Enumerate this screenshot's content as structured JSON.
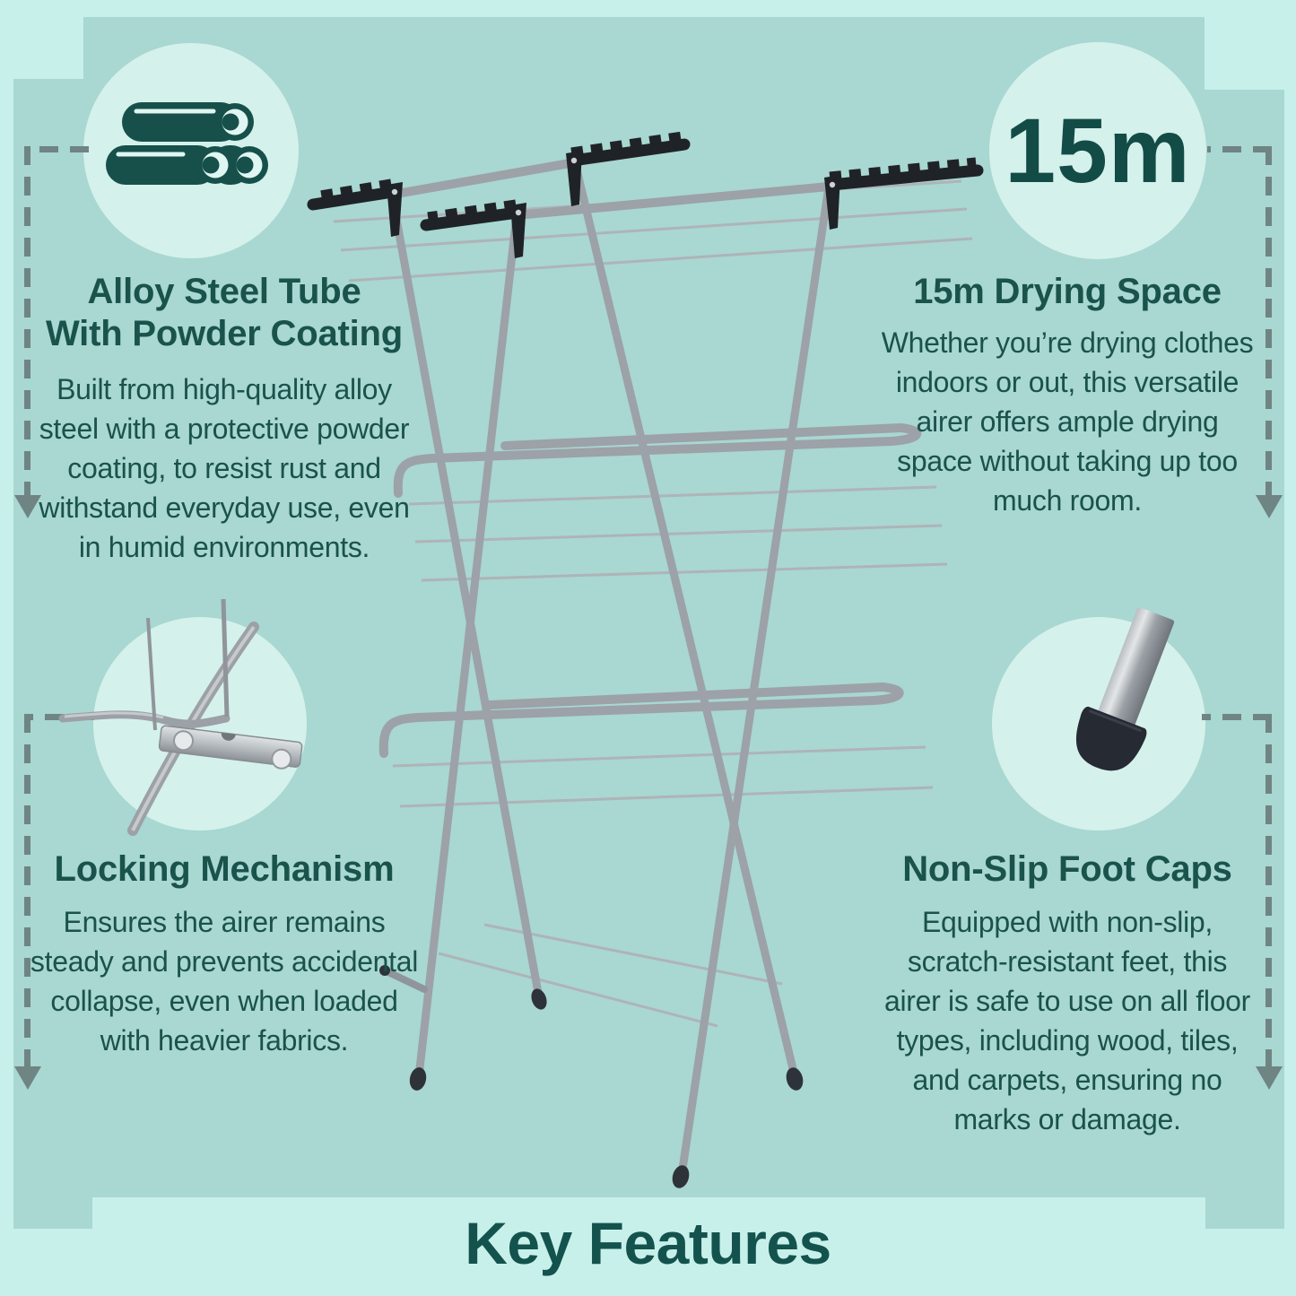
{
  "colors": {
    "background_light": "#c8f0eb",
    "panel": "#a9d7d2",
    "circle_fill": "#d5f1ec",
    "text_teal": "#1a524c",
    "icon_teal": "#17504a",
    "dash_gray": "#6f8583",
    "tube_gray": "#9ca2a7",
    "black_parts": "#1f2327"
  },
  "title": {
    "text": "Key Features"
  },
  "badge": {
    "text": "15m"
  },
  "features": [
    {
      "id": "alloy-steel-tube",
      "icon": "steel-tubes-icon",
      "heading_lines": [
        "Alloy Steel Tube",
        "With Powder Coating"
      ],
      "body_lines": [
        "Built from high-quality alloy",
        "steel with a protective powder",
        "coating, to resist rust and",
        "withstand everyday use, even",
        "in humid environments."
      ]
    },
    {
      "id": "drying-space",
      "icon": "15m-badge",
      "heading_lines": [
        "15m Drying Space"
      ],
      "body_lines": [
        "Whether you’re drying clothes",
        "indoors or out, this versatile",
        "airer offers ample drying",
        "space without taking up too",
        "much room."
      ]
    },
    {
      "id": "locking-mechanism",
      "icon": "locking-mechanism-photo",
      "heading_lines": [
        "Locking Mechanism"
      ],
      "body_lines": [
        "Ensures the airer remains",
        "steady and prevents accidental",
        "collapse, even when loaded",
        "with heavier fabrics."
      ]
    },
    {
      "id": "non-slip-foot-caps",
      "icon": "non-slip-foot-cap-photo",
      "heading_lines": [
        "Non-Slip Foot Caps"
      ],
      "body_lines": [
        "Equipped with non-slip,",
        "scratch-resistant feet, this",
        "airer is safe to use on all floor",
        "types, including wood, tiles,",
        "and carpets, ensuring no",
        "marks or damage."
      ]
    }
  ]
}
